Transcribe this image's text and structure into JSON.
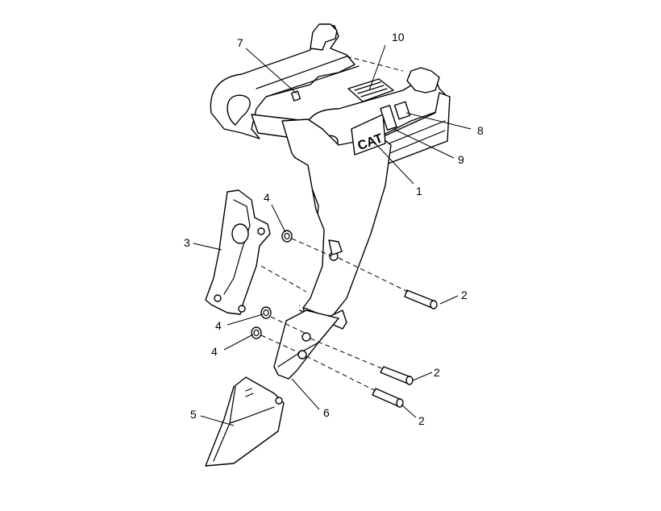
{
  "diagram": {
    "callouts": [
      {
        "id": "c1",
        "label": "1"
      },
      {
        "id": "c2a",
        "label": "2"
      },
      {
        "id": "c2b",
        "label": "2"
      },
      {
        "id": "c2c",
        "label": "2"
      },
      {
        "id": "c3",
        "label": "3"
      },
      {
        "id": "c4a",
        "label": "4"
      },
      {
        "id": "c4b",
        "label": "4"
      },
      {
        "id": "c4c",
        "label": "4"
      },
      {
        "id": "c5",
        "label": "5"
      },
      {
        "id": "c6",
        "label": "6"
      },
      {
        "id": "c7",
        "label": "7"
      },
      {
        "id": "c8",
        "label": "8"
      },
      {
        "id": "c9",
        "label": "9"
      },
      {
        "id": "c10",
        "label": "10"
      }
    ],
    "logo_text": "CAT"
  },
  "colors": {
    "line": "#000000",
    "background": "#ffffff"
  }
}
